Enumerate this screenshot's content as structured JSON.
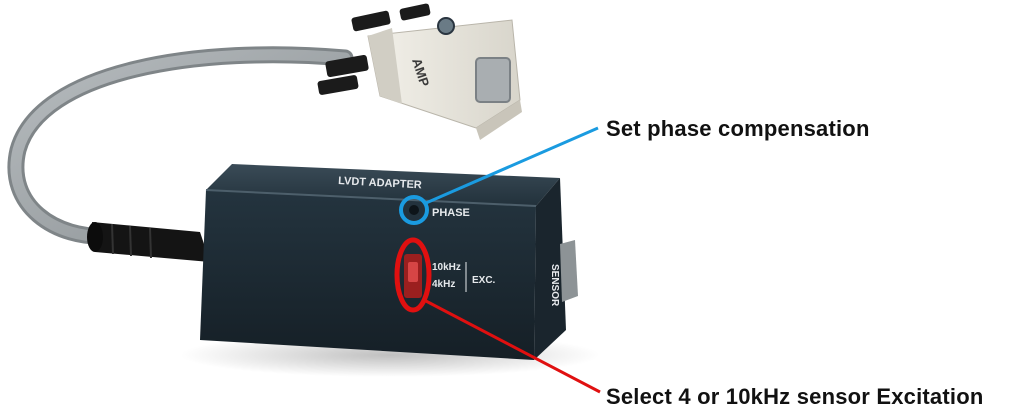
{
  "photo": {
    "device_label": "LVDT ADAPTER",
    "phase_label": "PHASE",
    "freq_high_label": "10kHz",
    "freq_low_label": "4kHz",
    "excitation_label": "EXC.",
    "side_label": "SENSOR",
    "connector_brand": "AMP"
  },
  "annotations": {
    "phase": {
      "text": "Set phase compensation",
      "color": "#1a9be0"
    },
    "excitation": {
      "text": "Select 4 or 10kHz sensor Excitation",
      "color": "#e01010"
    }
  },
  "colors": {
    "enclosure": "#1f2f3a",
    "cable": "#9ea3a6",
    "connector": "#e9e6dc"
  }
}
